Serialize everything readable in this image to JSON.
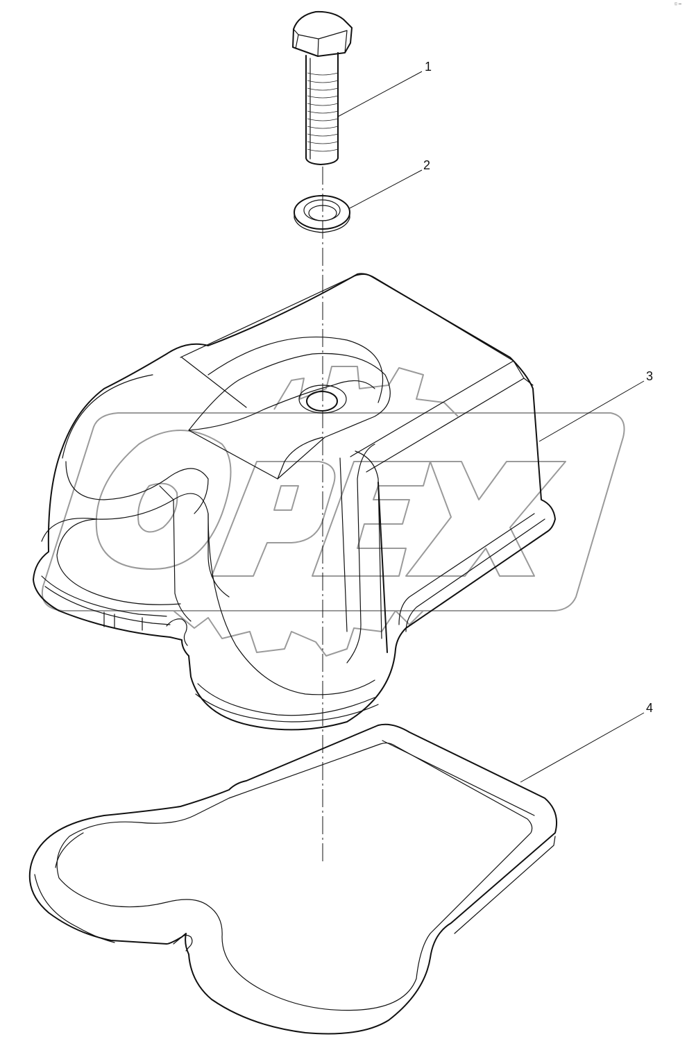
{
  "diagram": {
    "type": "exploded-parts-view",
    "watermark": "OPEX",
    "corner_mark": "© ••",
    "callouts": [
      {
        "number": "1",
        "part": "bolt"
      },
      {
        "number": "2",
        "part": "washer"
      },
      {
        "number": "3",
        "part": "cover"
      },
      {
        "number": "4",
        "part": "gasket"
      }
    ],
    "colors": {
      "line": "#111111",
      "watermark": "#9a9a9a",
      "background": "#ffffff"
    }
  }
}
